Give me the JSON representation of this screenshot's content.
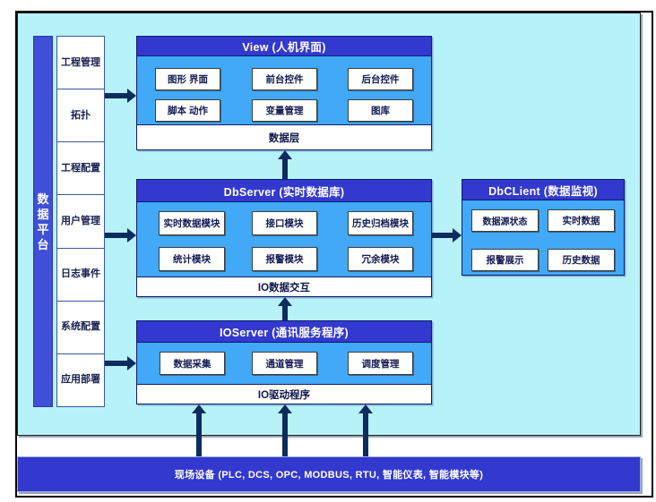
{
  "palette": {
    "background_cyan": "#b6f2f8",
    "header_blue": "#3338ce",
    "sidebar_blue": "#3f4fd6",
    "body_azure": "#41a9f7",
    "arrow_navy": "#0d2c5e"
  },
  "sidebar": {
    "platform_label": "数据平台",
    "items": [
      "工程管理",
      "拓扑",
      "工程配置",
      "用户管理",
      "日志事件",
      "系统配置",
      "应用部署"
    ]
  },
  "view": {
    "title": "View (人机界面)",
    "modules": [
      "图形 界面",
      "前台控件",
      "后台控件",
      "脚本 动作",
      "变量管理",
      "图库"
    ],
    "footer": "数据层"
  },
  "dbserver": {
    "title": "DbServer (实时数据库)",
    "modules": [
      "实时数据模块",
      "接口模块",
      "历史归档模块",
      "统计模块",
      "报警模块",
      "冗余模块"
    ],
    "footer": "IO数据交互"
  },
  "dbclient": {
    "title": "DbCLient (数据监视)",
    "modules": [
      "数据源状态",
      "实时数据",
      "报警展示",
      "历史数据"
    ]
  },
  "ioserver": {
    "title": "IOServer (通讯服务程序)",
    "modules": [
      "数据采集",
      "通道管理",
      "调度管理"
    ],
    "footer": "IO驱动程序"
  },
  "field_devices": {
    "label": "现场设备 (PLC, DCS, OPC, MODBUS, RTU, 智能仪表, 智能模块等)"
  }
}
